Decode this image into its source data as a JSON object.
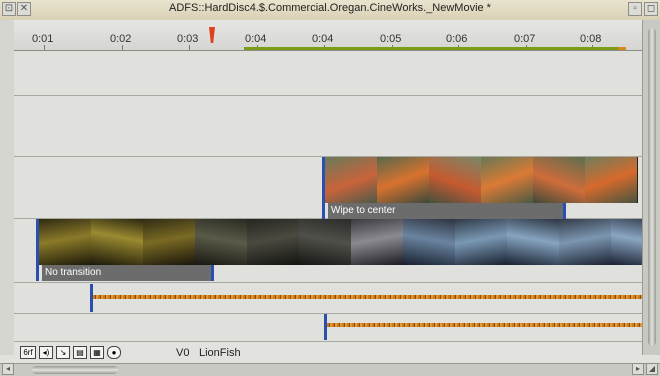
{
  "window": {
    "title": "ADFS::HardDisc4.$.Commercial.Oregan.CineWorks._NewMovie *"
  },
  "ruler": {
    "ticks": [
      "0:01",
      "0:02",
      "0:03",
      "0:04",
      "0:04",
      "0:05",
      "0:06",
      "0:07",
      "0:08"
    ]
  },
  "clips": {
    "upper_video": {
      "transition": "Wipe to center"
    },
    "lower_video": {
      "transition": "No transition"
    }
  },
  "toolbar": {
    "track_label": "V0",
    "track_name": "LionFish"
  },
  "icons": [
    "close-icon",
    "iconise-icon",
    "maximise-icon",
    "adjust-size-icon",
    "scroll-arrow-icon"
  ]
}
